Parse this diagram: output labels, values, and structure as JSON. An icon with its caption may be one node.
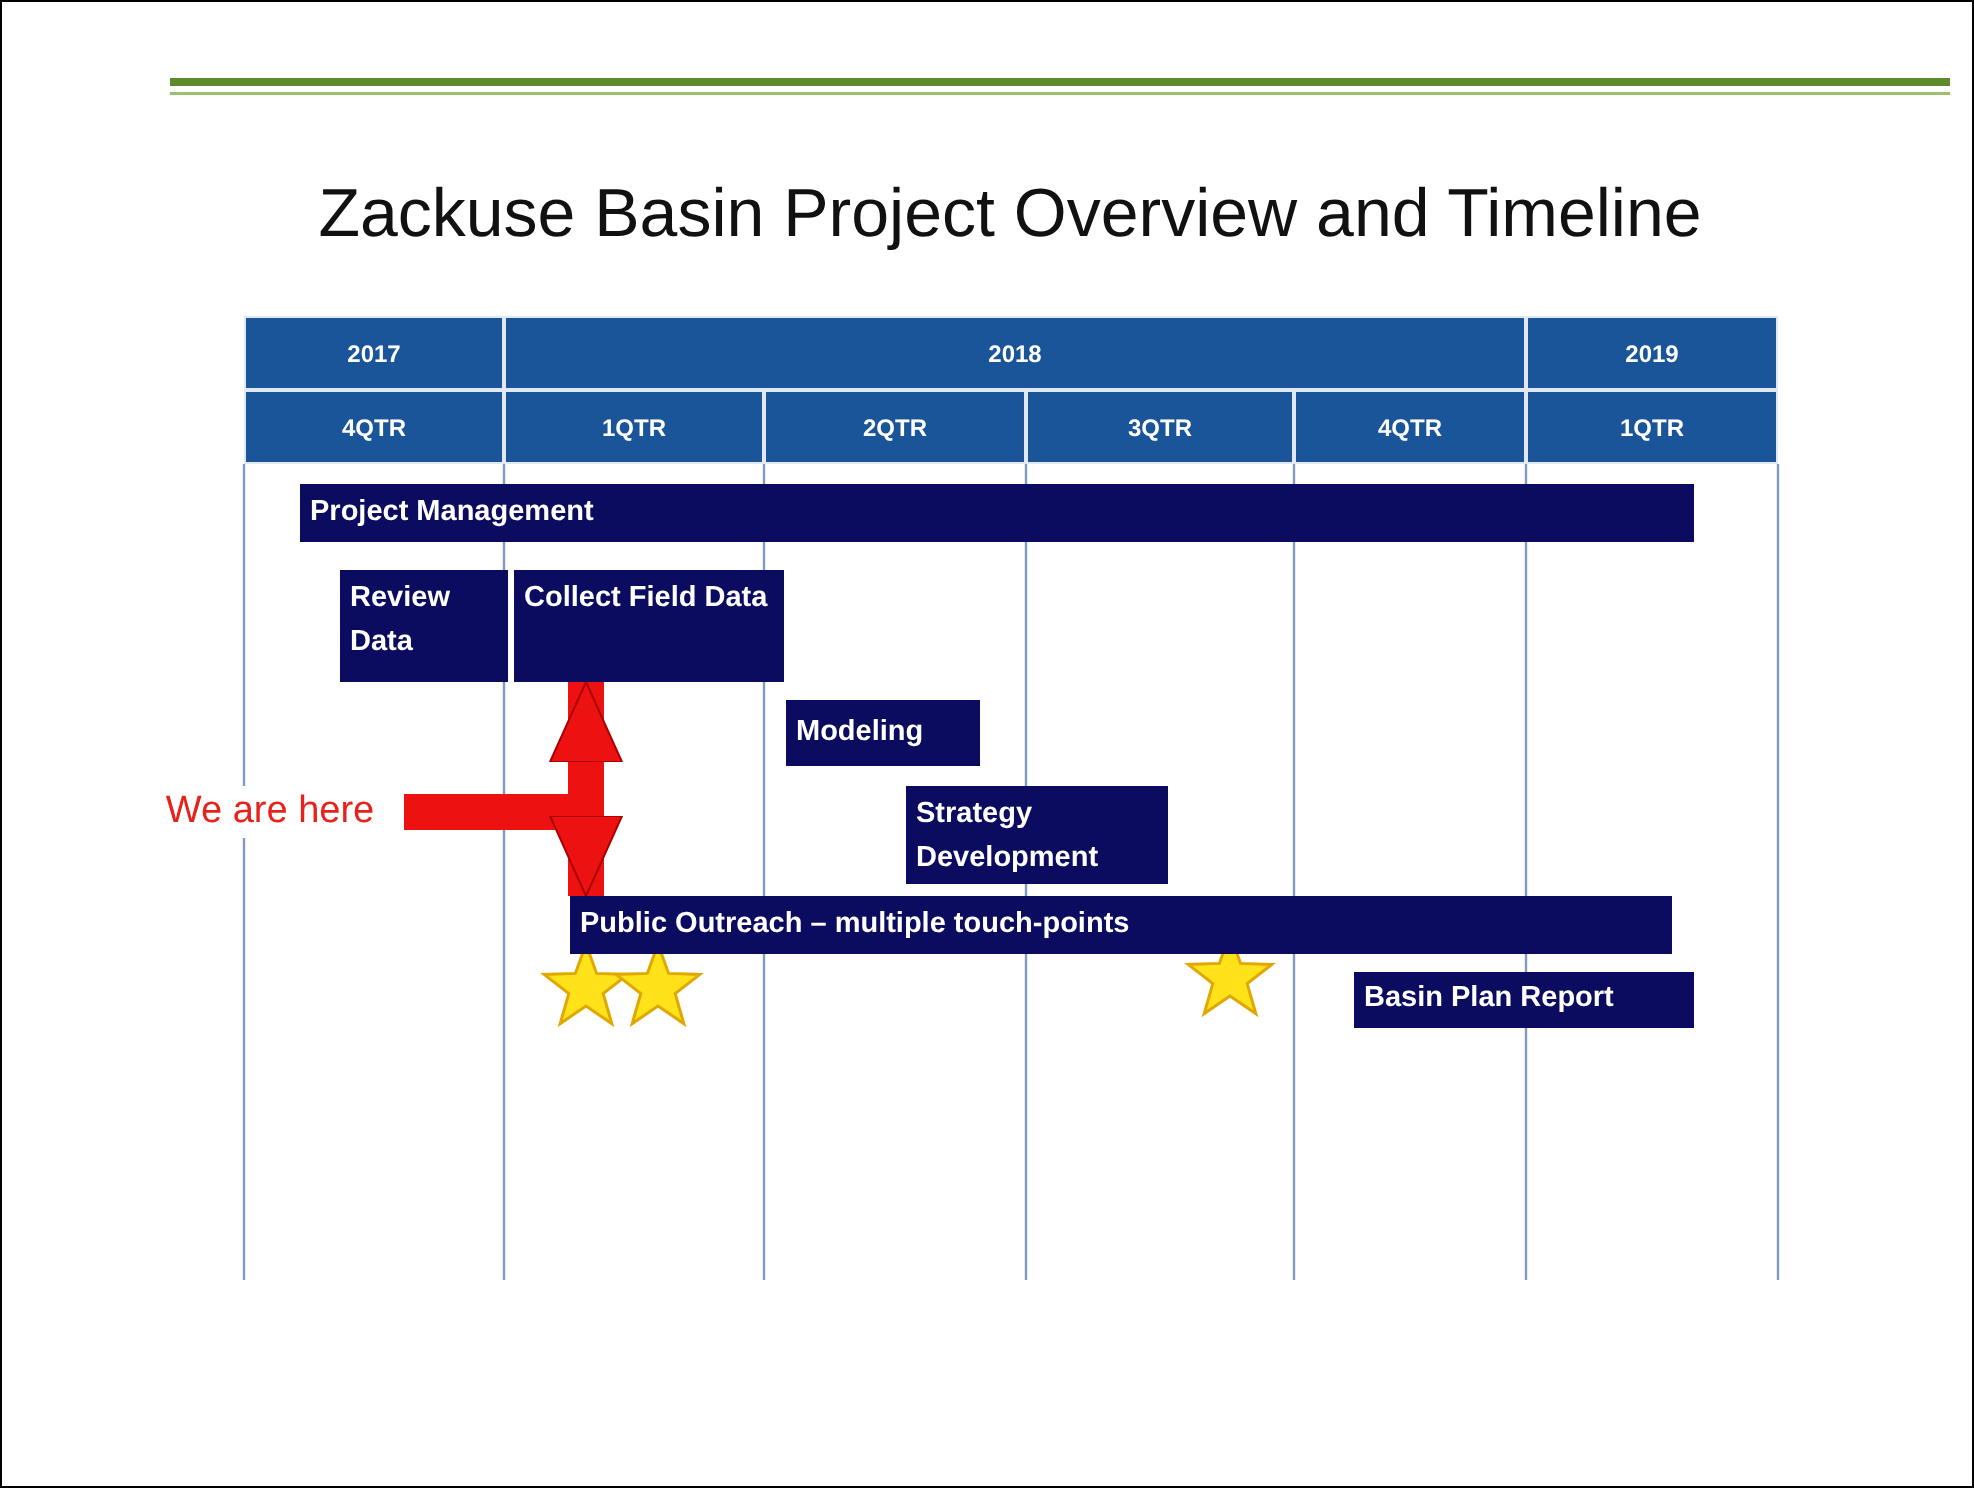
{
  "diagram": {
    "title": "Zackuse Basin Project Overview and Timeline",
    "nodes": [
      {
        "text": [
          "2017"
        ]
      },
      {
        "text": [
          "2018"
        ]
      },
      {
        "text": [
          "2019"
        ]
      },
      {
        "text": [
          "4QTR"
        ]
      },
      {
        "text": [
          "1QTR"
        ]
      },
      {
        "text": [
          "2QTR"
        ]
      },
      {
        "text": [
          "3QTR"
        ]
      },
      {
        "text": [
          "4QTR"
        ]
      },
      {
        "text": [
          "1QTR"
        ]
      },
      {
        "text": [
          "Project Management"
        ]
      },
      {
        "text": [
          "Review Data"
        ]
      },
      {
        "text": [
          "Collect Field Data"
        ]
      },
      {
        "text": [
          "Modeling"
        ]
      },
      {
        "text": [
          "We are here"
        ]
      },
      {
        "text": [
          "Strategy Development"
        ]
      },
      {
        "text": [
          "Public Outreach – multiple touch-points"
        ]
      },
      {
        "text": [
          "Basin Plan Report"
        ]
      }
    ],
    "edges": [
      {
        "from": 13,
        "to": 11,
        "arrow": "to"
      },
      {
        "from": 13,
        "to": 15,
        "arrow": "to"
      }
    ]
  }
}
